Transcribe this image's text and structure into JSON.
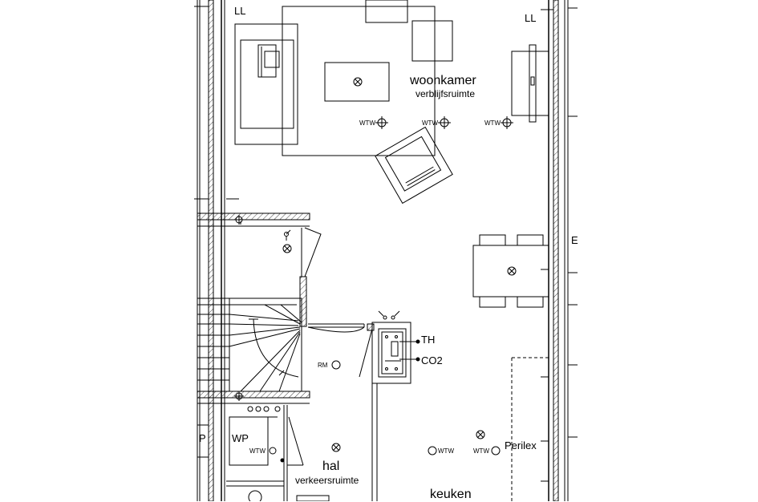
{
  "rooms": {
    "woonkamer": {
      "name": "woonkamer",
      "function": "verblijfsruimte"
    },
    "hal": {
      "name": "hal",
      "function": "verkeersruimte"
    },
    "keuken": {
      "name": "keuken"
    }
  },
  "markers": {
    "ll_left": "LL",
    "ll_right": "LL",
    "wtw": "WTW",
    "rm": "RM",
    "th": "TH",
    "co2": "CO2",
    "wp": "WP",
    "wp_partial": "P",
    "perilex": "Perilex",
    "right_edge_partial": "E"
  },
  "colors": {
    "line": "#000000",
    "background": "#ffffff",
    "hatch": "#444444"
  }
}
